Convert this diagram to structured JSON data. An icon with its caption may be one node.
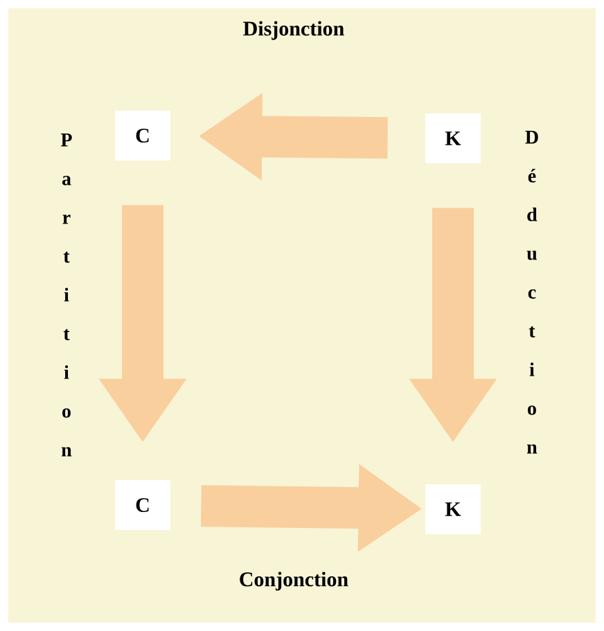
{
  "diagram": {
    "nodes": [
      {
        "text": [
          "C"
        ]
      },
      {
        "text": [
          "K"
        ]
      },
      {
        "text": [
          "C"
        ]
      },
      {
        "text": [
          "K"
        ]
      }
    ],
    "edges": [
      {
        "from": 1,
        "to": 0,
        "arrow": "to",
        "label": "Disjonction"
      },
      {
        "from": 0,
        "to": 2,
        "arrow": "to",
        "label": "Partition"
      },
      {
        "from": 1,
        "to": 3,
        "arrow": "to",
        "label": "Déduction"
      },
      {
        "from": 2,
        "to": 3,
        "arrow": "to",
        "label": "Conjonction"
      }
    ]
  }
}
